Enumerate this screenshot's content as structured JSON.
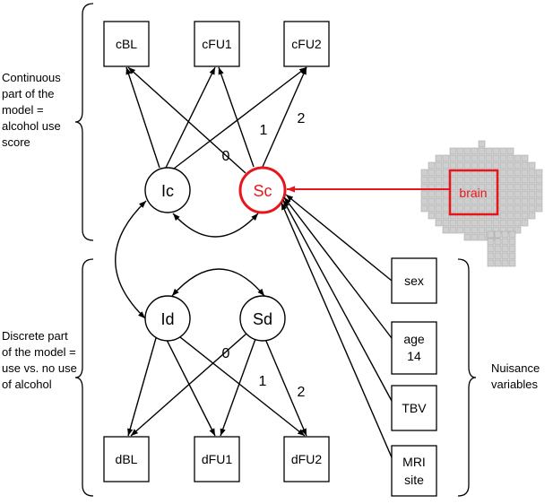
{
  "side_labels": {
    "continuous": "Continuous part of the model = alcohol use score",
    "discrete": "Discrete part of the model = use vs. no use of alcohol",
    "nuisance": "Nuisance variables"
  },
  "continuous": {
    "observed": [
      "cBL",
      "cFU1",
      "cFU2"
    ],
    "intercept": "Ic",
    "slope": "Sc",
    "loadings": [
      "0",
      "1",
      "2"
    ]
  },
  "discrete": {
    "observed": [
      "dBL",
      "dFU1",
      "dFU2"
    ],
    "intercept": "Id",
    "slope": "Sd",
    "loadings": [
      "0",
      "1",
      "2"
    ]
  },
  "brain": {
    "label": "brain"
  },
  "nuisance": {
    "sex": "sex",
    "age_line1": "age",
    "age_line2": "14",
    "tbv": "TBV",
    "mri_line1": "MRI",
    "mri_line2": "site"
  },
  "colors": {
    "highlight": "#e8161b",
    "line": "#000000",
    "brain_voxel": "#c9c9c9"
  }
}
